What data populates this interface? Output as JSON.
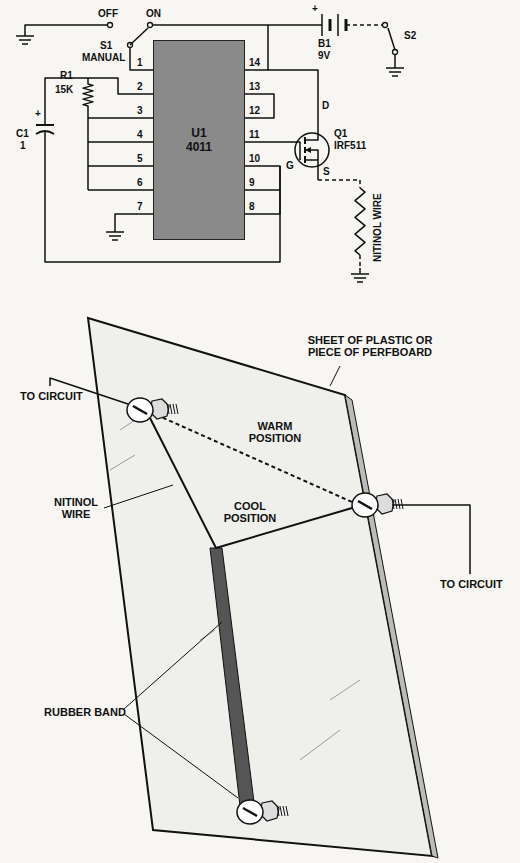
{
  "diagram": {
    "nodes": [
      {
        "text": [
          "U1",
          "4011"
        ]
      }
    ],
    "labels": [
      "OFF",
      "ON",
      "S1",
      "MANUAL",
      "+",
      "B1",
      "9V",
      "S2",
      "R1",
      "15K",
      "+",
      "C1",
      "1",
      "1",
      "2",
      "3",
      "4",
      "5",
      "6",
      "7",
      "8",
      "9",
      "10",
      "11",
      "12",
      "13",
      "14",
      "Q1",
      "IRF511",
      "D",
      "G",
      "S",
      "NITINOL WIRE",
      "SHEET OF PLASTIC OR PIECE OF PERFBOARD",
      "TO CIRCUIT",
      "WARM POSITION",
      "NITINOL WIRE",
      "COOL POSITION",
      "TO CIRCUIT",
      "RUBBER BAND"
    ]
  }
}
